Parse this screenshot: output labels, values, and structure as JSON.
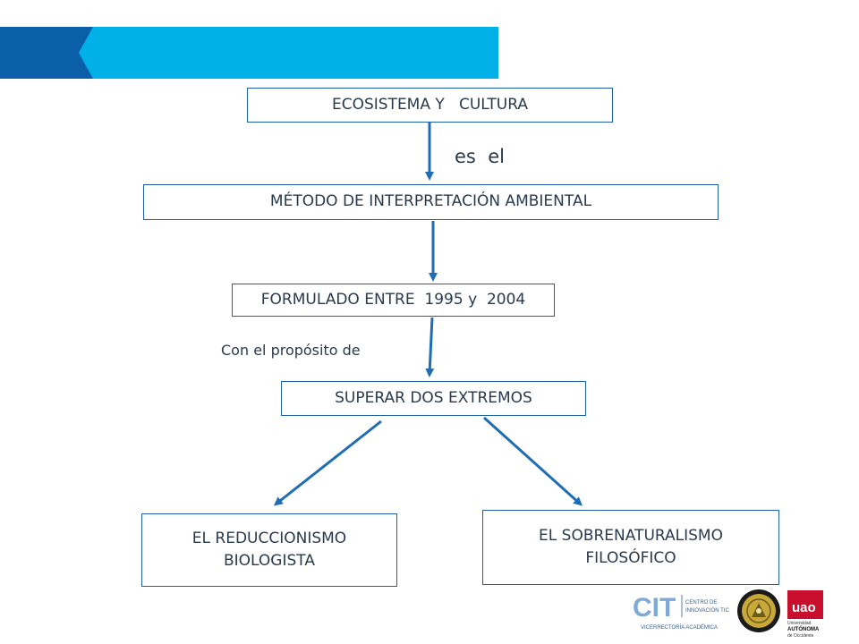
{
  "diagram": {
    "nodes": {
      "ecosistema": "ECOSISTEMA Y   CULTURA",
      "metodo": "MÉTODO DE INTERPRETACIÓN AMBIENTAL",
      "formulado": "FORMULADO ENTRE  1995 y  2004",
      "superar": "SUPERAR DOS EXTREMOS",
      "reduccionismo_line1": "EL REDUCCIONISMO",
      "reduccionismo_line2": "BIOLOGISTA",
      "sobrenaturalismo_line1": "EL SOBRENATURALISMO",
      "sobrenaturalismo_line2": "FILOSÓFICO"
    },
    "edge_labels": {
      "es_el": "es  el",
      "con_el_proposito": "Con el propósito de"
    }
  },
  "logos": {
    "cit_mark": "CIT",
    "cit_line1": "CENTRO DE",
    "cit_line2": "INNOVACIÓN TIC",
    "cit_caption": "VICERRECTORÍA ACADÉMICA",
    "uao_mark": "uao",
    "uao_line1": "Universidad",
    "uao_line2": "AUTÓNOMA",
    "uao_line3": "de Occidente"
  },
  "colors": {
    "banner_light": "#00b0e6",
    "banner_dark": "#0a5fa8",
    "arrow": "#1f6db5",
    "box_border": "#1f5fa8",
    "uao_red": "#c8102e"
  }
}
